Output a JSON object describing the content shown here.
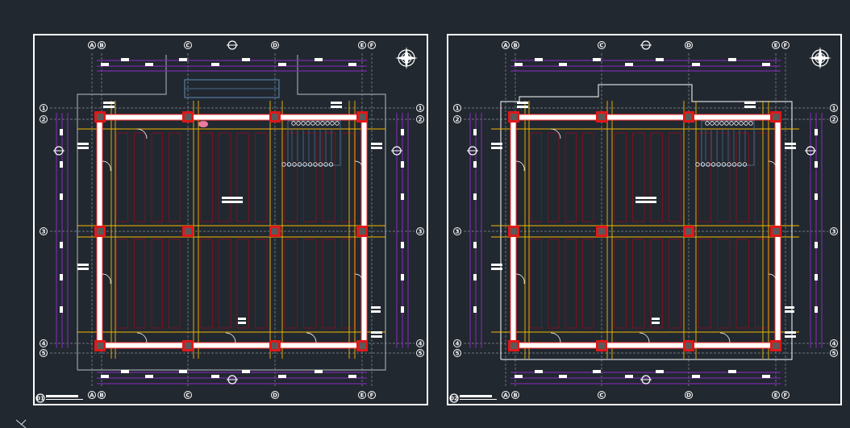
{
  "viewport": {
    "background": "#212830"
  },
  "colors": {
    "frame": "#ffffff",
    "grid": "#8a8f96",
    "wall": "#ffffff",
    "wall_edge": "#ff3030",
    "column": "#e01818",
    "axis": "#f5b800",
    "dimension": "#7a2aa8",
    "bay": "#7a1020",
    "stair": "#4a6a8a"
  },
  "grid_labels": {
    "columns": [
      "A",
      "B",
      "C",
      "D",
      "E",
      "F"
    ],
    "rows": [
      "1",
      "2",
      "3",
      "4",
      "5"
    ]
  },
  "sheets": [
    {
      "number": "01",
      "variant": "with-annex"
    },
    {
      "number": "02",
      "variant": "plain"
    }
  ],
  "icons": [
    "north-arrow-icon",
    "ucs-axis-icon"
  ]
}
